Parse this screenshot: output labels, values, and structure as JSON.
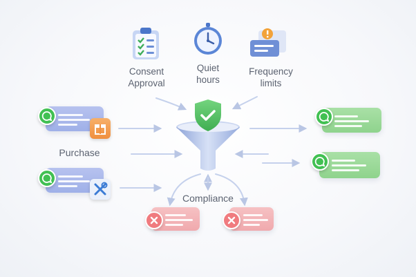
{
  "labels": {
    "consent": [
      "Consent",
      "Approval"
    ],
    "quiet": [
      "Quiet",
      "hours"
    ],
    "frequency": [
      "Frequency",
      "limits"
    ],
    "purchase": "Purchase",
    "compliance": "Compliance"
  },
  "icons": {
    "consent": "clipboard-checklist-icon",
    "quiet": "clock-icon",
    "frequency": "alert-card-icon",
    "filter": "funnel-icon",
    "shield": "shield-check-icon",
    "purchase": "gift-box-icon",
    "tools": "wrench-screwdriver-icon",
    "whatsapp": "whatsapp-icon",
    "rejected": "x-circle-icon"
  },
  "colors": {
    "whatsapp": "#41c052",
    "shield": "#5cc36a",
    "funnel": "#aebfe6",
    "reject": "#f07b7f",
    "gift": "#f5a25a",
    "label": "#5b6270"
  }
}
